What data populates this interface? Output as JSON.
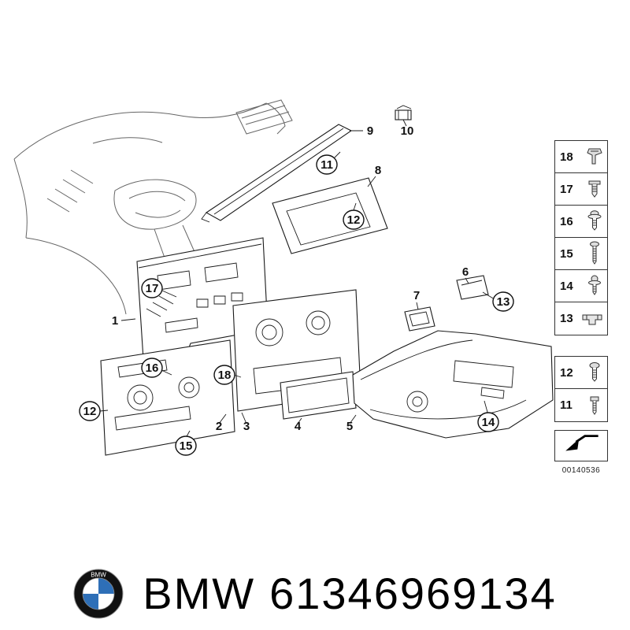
{
  "diagram": {
    "number": "00140536",
    "callouts": [
      {
        "label": "9",
        "circled": false
      },
      {
        "label": "10",
        "circled": false
      },
      {
        "label": "11",
        "circled": true
      },
      {
        "label": "8",
        "circled": false
      },
      {
        "label": "12",
        "circled": true
      },
      {
        "label": "17",
        "circled": true
      },
      {
        "label": "1",
        "circled": false
      },
      {
        "label": "16",
        "circled": true
      },
      {
        "label": "18",
        "circled": true
      },
      {
        "label": "12",
        "circled": true
      },
      {
        "label": "2",
        "circled": false
      },
      {
        "label": "15",
        "circled": true
      },
      {
        "label": "3",
        "circled": false
      },
      {
        "label": "4",
        "circled": false
      },
      {
        "label": "5",
        "circled": false
      },
      {
        "label": "7",
        "circled": false
      },
      {
        "label": "6",
        "circled": false
      },
      {
        "label": "13",
        "circled": true
      },
      {
        "label": "14",
        "circled": true
      }
    ],
    "legend": {
      "groups": [
        {
          "items": [
            {
              "label": "18",
              "icon": "metal-clip-icon"
            },
            {
              "label": "17",
              "icon": "expansion-rivet-icon"
            },
            {
              "label": "16",
              "icon": "flange-screw-icon"
            },
            {
              "label": "15",
              "icon": "long-screw-icon"
            },
            {
              "label": "14",
              "icon": "washer-screw-icon"
            },
            {
              "label": "13",
              "icon": "clamp-bracket-icon"
            }
          ]
        },
        {
          "items": [
            {
              "label": "12",
              "icon": "screw-icon"
            },
            {
              "label": "11",
              "icon": "stud-bolt-icon"
            }
          ]
        }
      ],
      "reference_icon": "corner-arrow-icon"
    }
  },
  "footer": {
    "brand": "BMW",
    "part_number": "61346969134",
    "roundel_text": "BMW",
    "colors": {
      "roundel_blue": "#2e6fb7",
      "text": "#000000"
    }
  }
}
